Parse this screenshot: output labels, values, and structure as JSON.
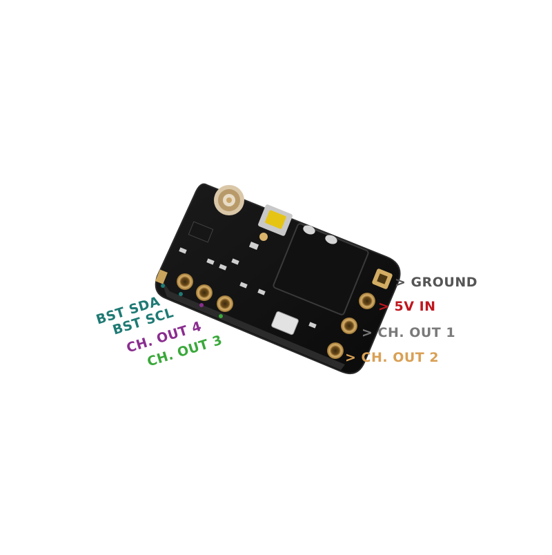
{
  "image": {
    "subject": "receiver-board",
    "background": "#ffffff"
  },
  "labels_right": [
    {
      "arrow": ">",
      "text": "GROUND",
      "color": "#555555"
    },
    {
      "arrow": ">",
      "text": "5V IN",
      "color": "#c0161e"
    },
    {
      "arrow": ">",
      "text": "CH. OUT 1",
      "color": "#7a7a7a"
    },
    {
      "arrow": ">",
      "text": "CH. OUT 2",
      "color": "#d9a055"
    }
  ],
  "labels_left": [
    {
      "text": "BST SDA",
      "color": "#1f7a74"
    },
    {
      "text": "BST SCL",
      "color": "#1f7a74"
    },
    {
      "text": "CH. OUT 4",
      "color": "#8a2d8f"
    },
    {
      "text": "CH. OUT 3",
      "color": "#3aa83a"
    }
  ]
}
